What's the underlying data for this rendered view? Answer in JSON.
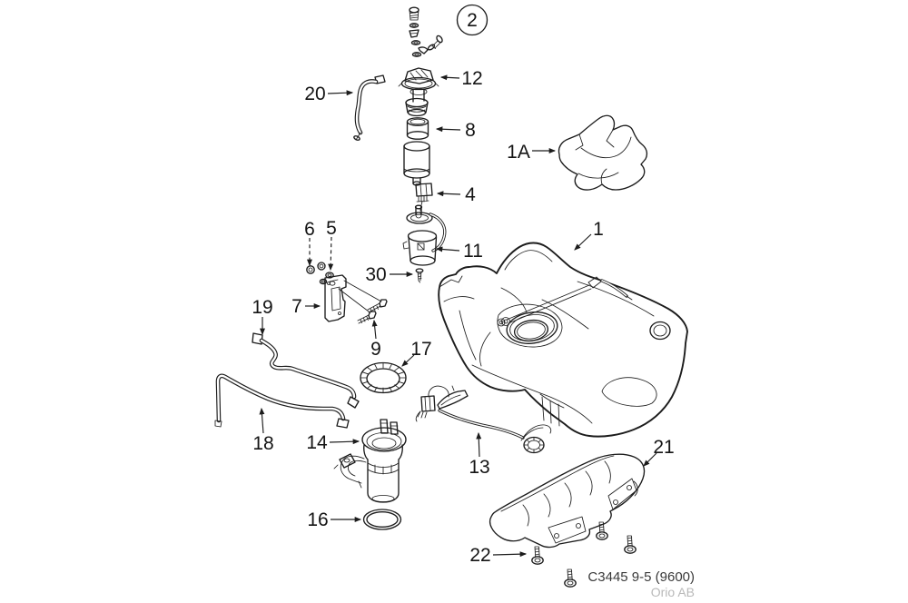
{
  "diagram": {
    "balloon": {
      "text": "2"
    },
    "labels": [
      {
        "text": "12"
      },
      {
        "text": "20"
      },
      {
        "text": "8"
      },
      {
        "text": "1A"
      },
      {
        "text": "4"
      },
      {
        "text": "1"
      },
      {
        "text": "6"
      },
      {
        "text": "5"
      },
      {
        "text": "11"
      },
      {
        "text": "30"
      },
      {
        "text": "7"
      },
      {
        "text": "19"
      },
      {
        "text": "9"
      },
      {
        "text": "17"
      },
      {
        "text": "18"
      },
      {
        "text": "14"
      },
      {
        "text": "16"
      },
      {
        "text": "13"
      },
      {
        "text": "21"
      },
      {
        "text": "22"
      }
    ],
    "footer": {
      "code": "C3445 9-5 (9600)",
      "brand": "Orio AB"
    }
  }
}
